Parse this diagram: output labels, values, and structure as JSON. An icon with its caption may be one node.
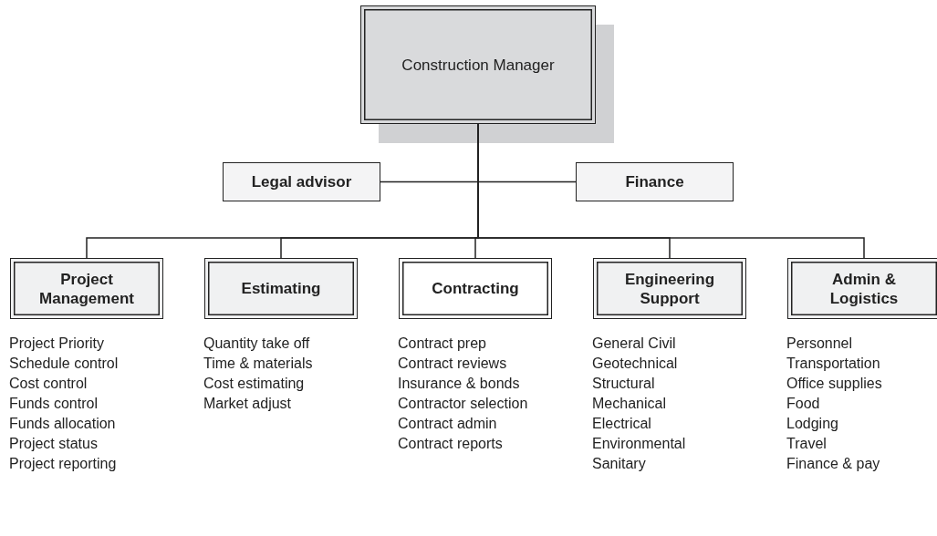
{
  "diagram": {
    "nodes": [
      {
        "text": [
          "Construction Manager"
        ]
      },
      {
        "text": [
          "Legal advisor"
        ]
      },
      {
        "text": [
          "Finance"
        ]
      },
      {
        "text": [
          "Project Management"
        ],
        "beside": [
          "Project Priority",
          "Schedule control",
          "Cost control",
          "Funds control",
          "Funds allocation",
          "Project status",
          "Project reporting"
        ]
      },
      {
        "text": [
          "Estimating"
        ],
        "beside": [
          "Quantity take off",
          "Time & materials",
          "Cost estimating",
          "Market adjust"
        ]
      },
      {
        "text": [
          "Contracting"
        ],
        "beside": [
          "Contract prep",
          "Contract reviews",
          "Insurance & bonds",
          "Contractor selection",
          "Contract admin",
          "Contract reports"
        ]
      },
      {
        "text": [
          "Engineering Support"
        ],
        "beside": [
          "General Civil",
          "Geotechnical",
          "Structural",
          "Mechanical",
          "Electrical",
          "Environmental",
          "Sanitary"
        ]
      },
      {
        "text": [
          "Admin & Logistics"
        ],
        "beside": [
          "Personnel",
          "Transportation",
          "Office supplies",
          "Food",
          "Lodging",
          "Travel",
          "Finance & pay"
        ]
      }
    ],
    "edges": [
      {
        "from": 0,
        "to": 1,
        "arrow": "none"
      },
      {
        "from": 0,
        "to": 2,
        "arrow": "none"
      },
      {
        "from": 0,
        "to": 3,
        "arrow": "none"
      },
      {
        "from": 0,
        "to": 4,
        "arrow": "none"
      },
      {
        "from": 0,
        "to": 5,
        "arrow": "none"
      },
      {
        "from": 0,
        "to": 6,
        "arrow": "none"
      },
      {
        "from": 0,
        "to": 7,
        "arrow": "none"
      }
    ]
  }
}
